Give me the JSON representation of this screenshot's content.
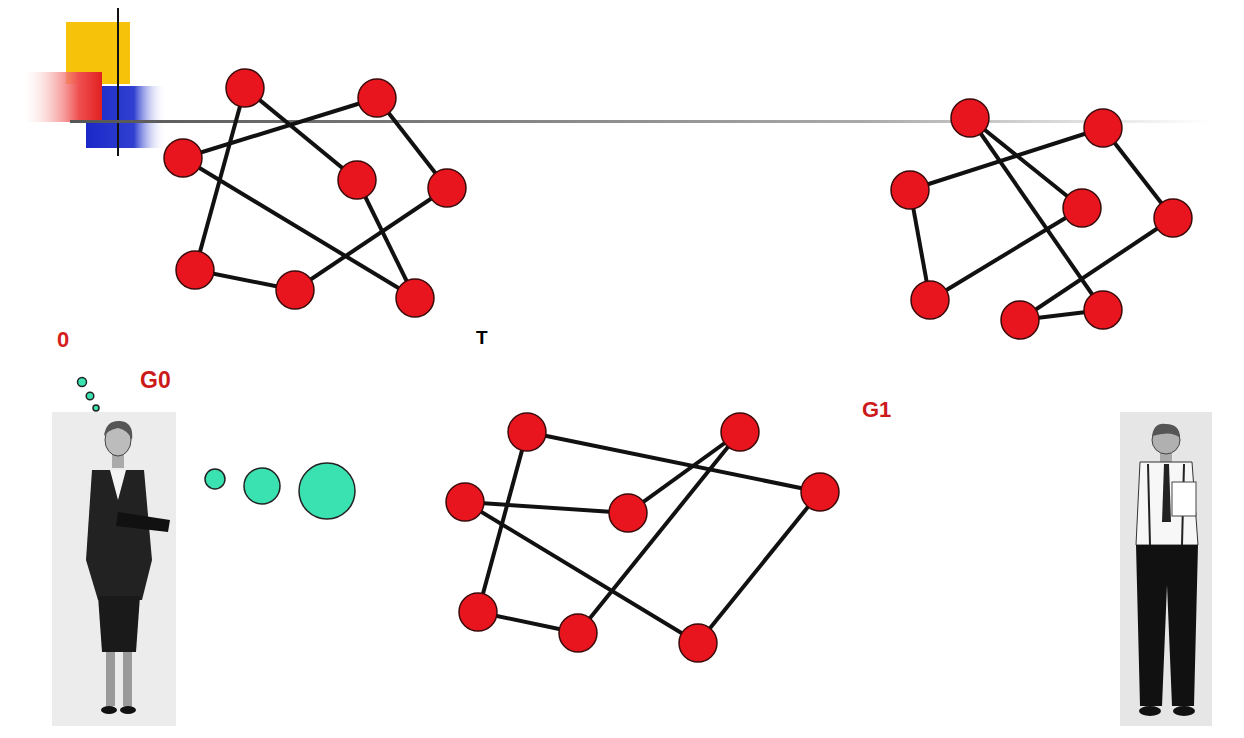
{
  "diagram": {
    "nodes": [
      {
        "text": [
          "G0"
        ]
      },
      {
        "text": [
          "0"
        ]
      },
      {
        "text": [
          "T"
        ]
      },
      {
        "text": [
          "G1"
        ]
      }
    ]
  }
}
